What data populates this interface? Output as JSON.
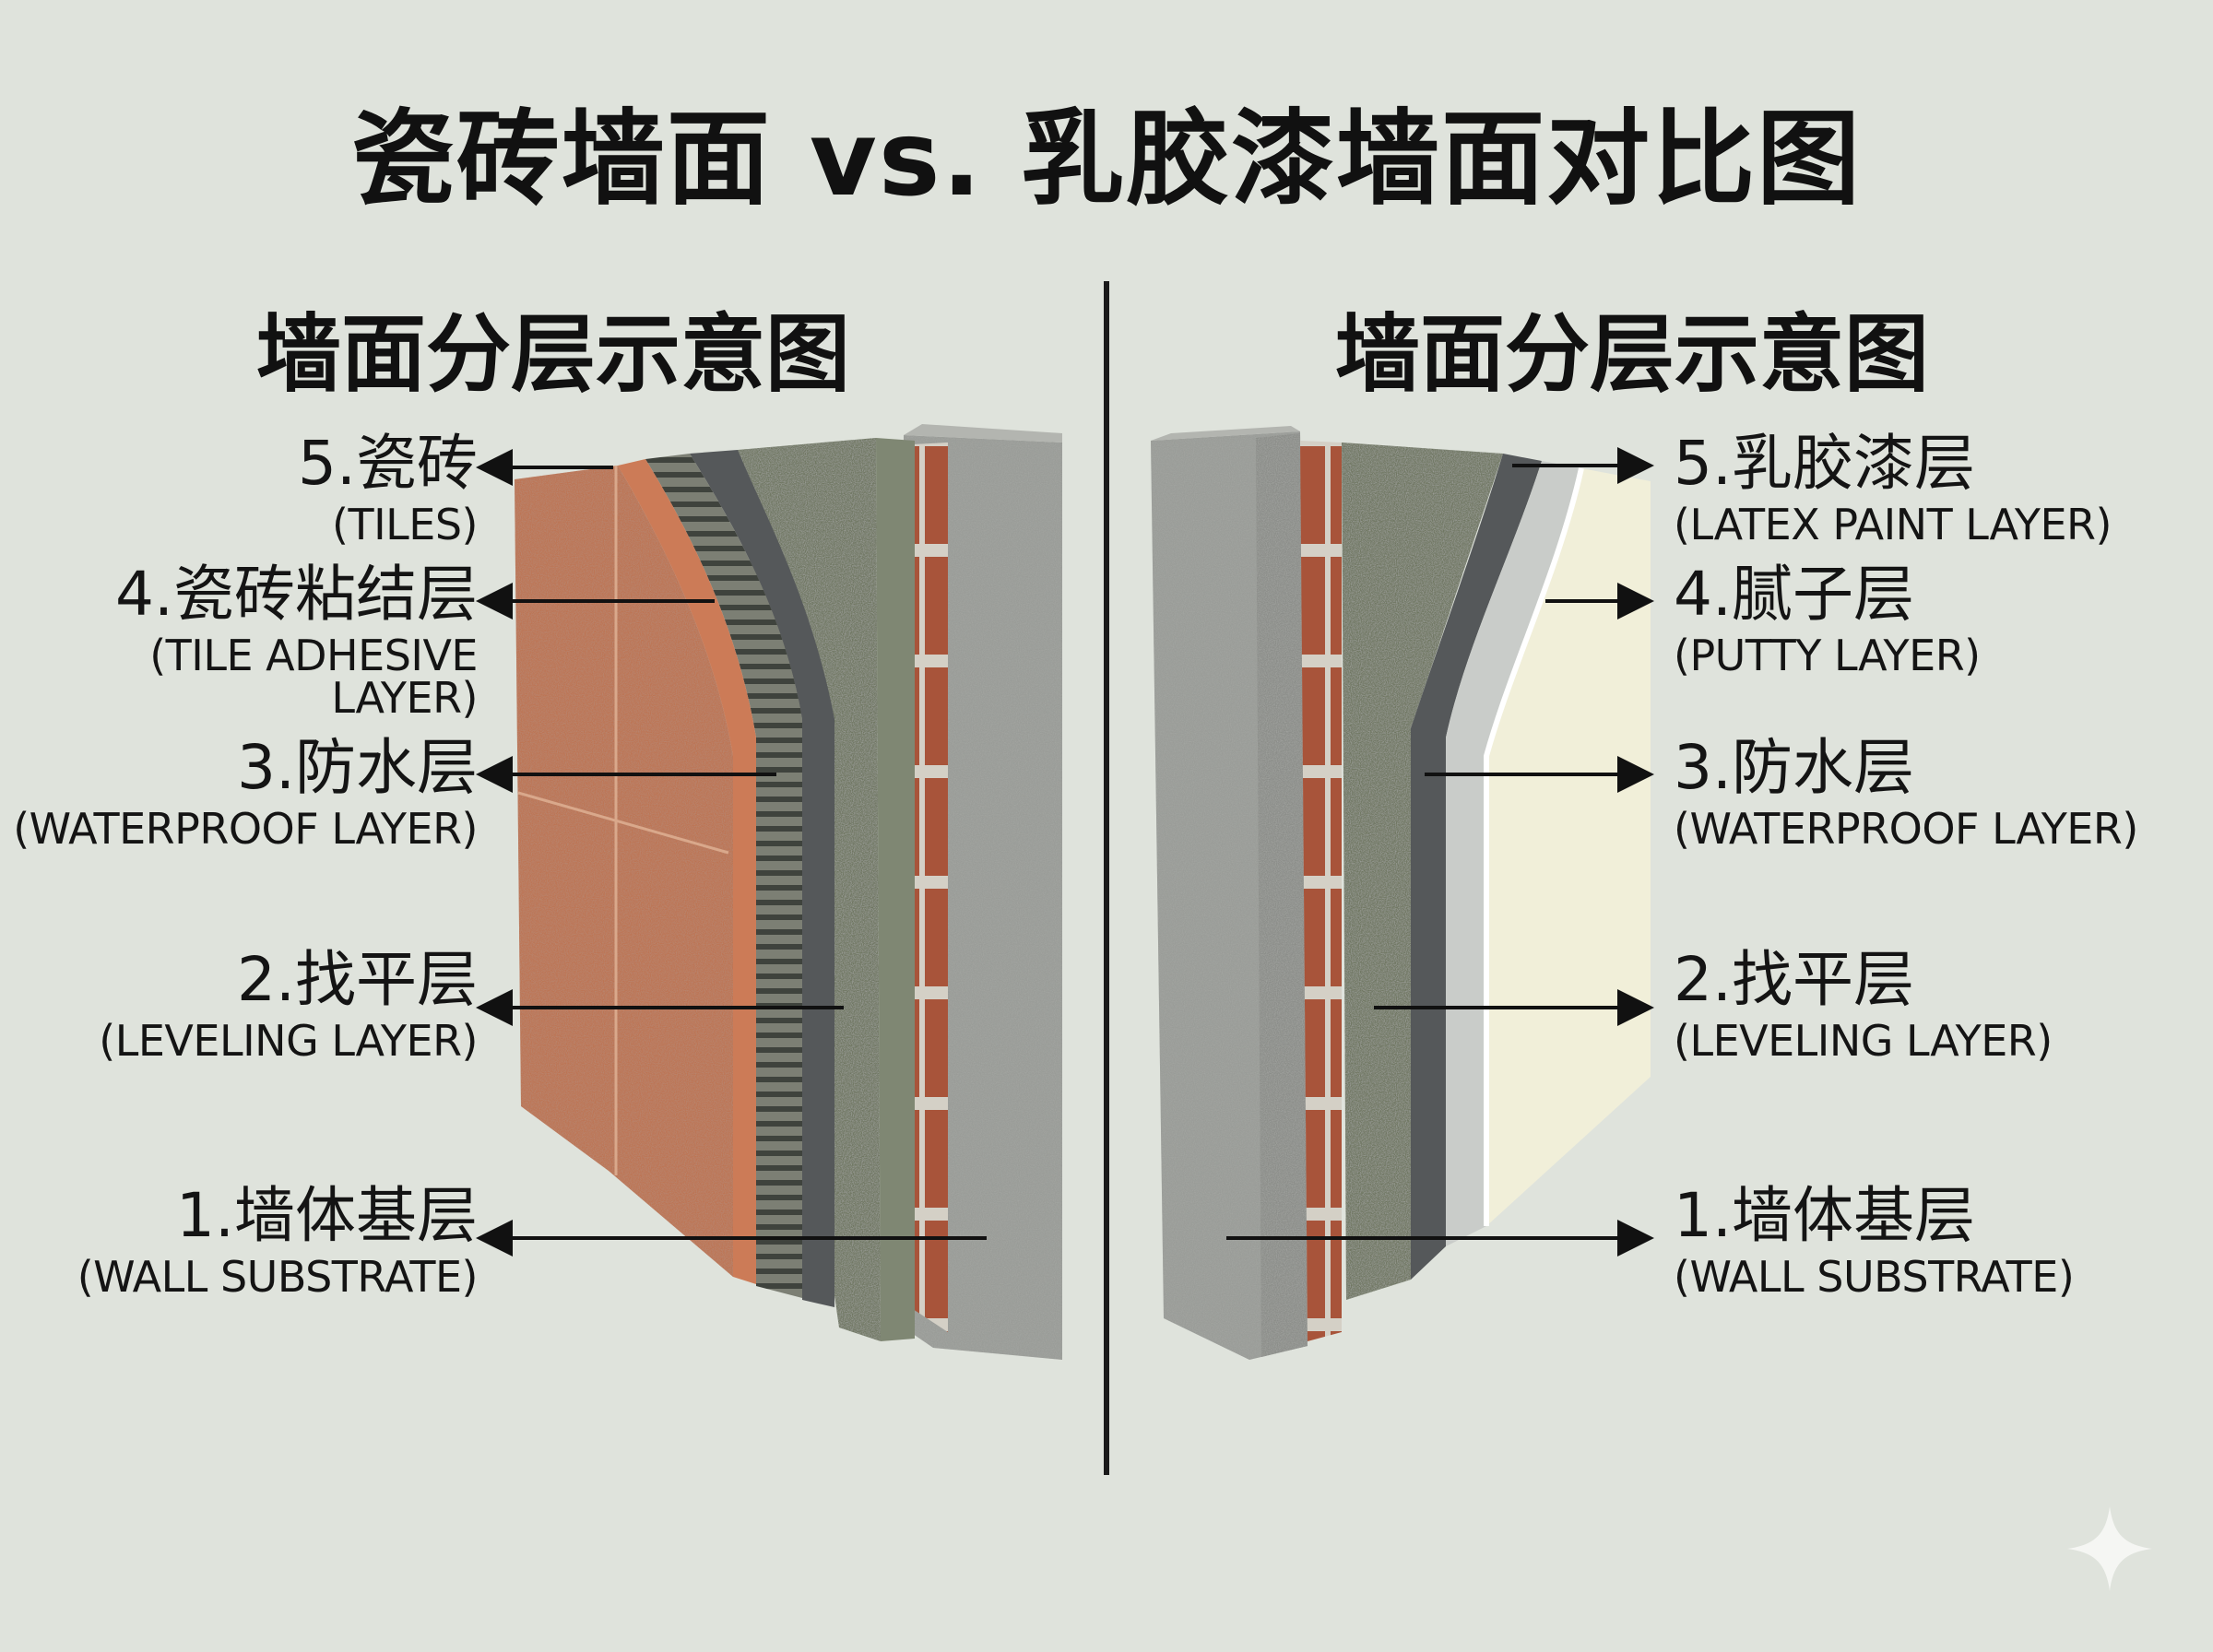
{
  "title": "瓷砖墙面 vs. 乳胶漆墙面对比图",
  "left_panel": {
    "subtitle": "墙面分层示意图",
    "layers": [
      {
        "zh": "5.瓷砖",
        "en": "(TILES)"
      },
      {
        "zh": "4.瓷砖粘结层",
        "en": "(TILE ADHESIVE LAYER)"
      },
      {
        "zh": "3.防水层",
        "en": "(WATERPROOF LAYER)"
      },
      {
        "zh": "2.找平层",
        "en": "(LEVELING LAYER)"
      },
      {
        "zh": "1.墙体基层",
        "en": "(WALL SUBSTRATE)"
      }
    ]
  },
  "right_panel": {
    "subtitle": "墙面分层示意图",
    "layers": [
      {
        "zh": "5.乳胶漆层",
        "en": "(LATEX PAINT LAYER)"
      },
      {
        "zh": "4.腻子层",
        "en": "(PUTTY LAYER)"
      },
      {
        "zh": "3.防水层",
        "en": "(WATERPROOF LAYER)"
      },
      {
        "zh": "2.找平层",
        "en": "(LEVELING LAYER)"
      },
      {
        "zh": "1.墙体基层",
        "en": "(WALL SUBSTRATE)"
      }
    ]
  },
  "colors": {
    "background": "#dfe3dc",
    "concrete": "#9a9c98",
    "brick": "#a8543a",
    "leveling": "#6f7762",
    "waterproof": "#55585a",
    "tile": "#c07a5a",
    "putty": "#c9ccc9",
    "latex_paint": "#f1efd9"
  },
  "icons": {
    "sparkle": "sparkle-icon"
  }
}
